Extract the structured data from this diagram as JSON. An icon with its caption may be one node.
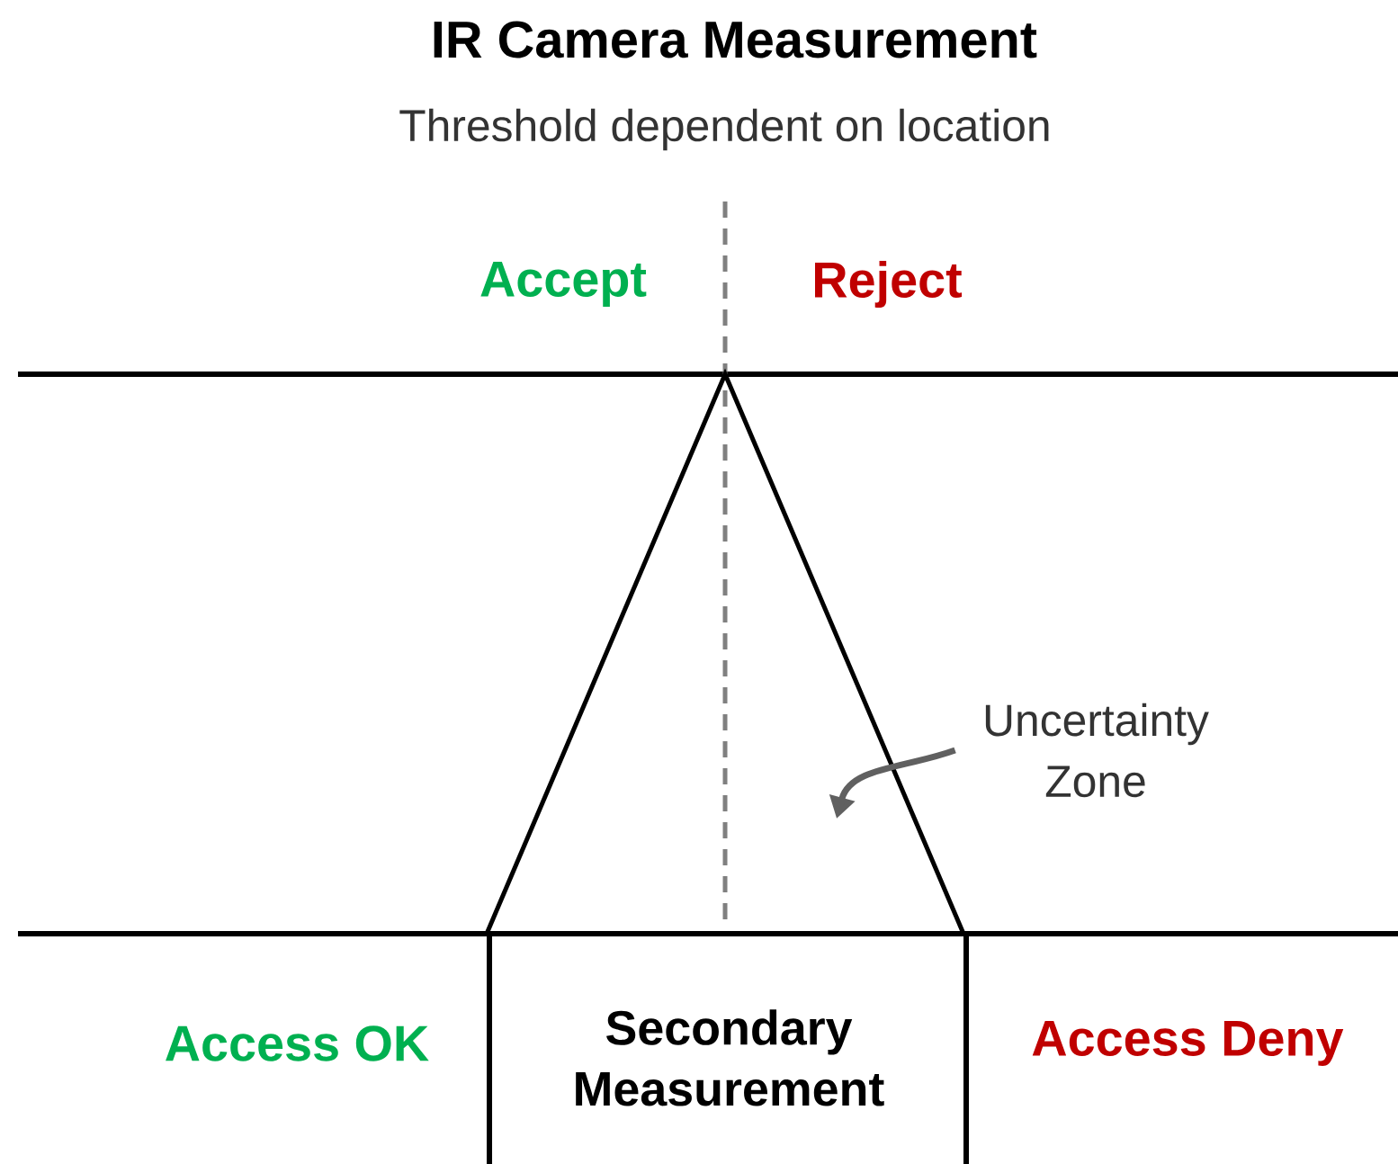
{
  "diagram": {
    "title": "IR Camera Measurement",
    "nodes": [
      {
        "text": [
          "Secondary Measurement"
        ]
      },
      {
        "text": [
          "Uncertainty Zone"
        ]
      },
      {
        "text": [],
        "shape": "triangle"
      }
    ],
    "edges": [
      {
        "from": 1,
        "to": 2,
        "arrow": "to",
        "color": "#606060"
      }
    ],
    "labels": [
      "Threshold dependent on location",
      "Accept",
      "Reject",
      "Access OK",
      "Access Deny"
    ]
  }
}
